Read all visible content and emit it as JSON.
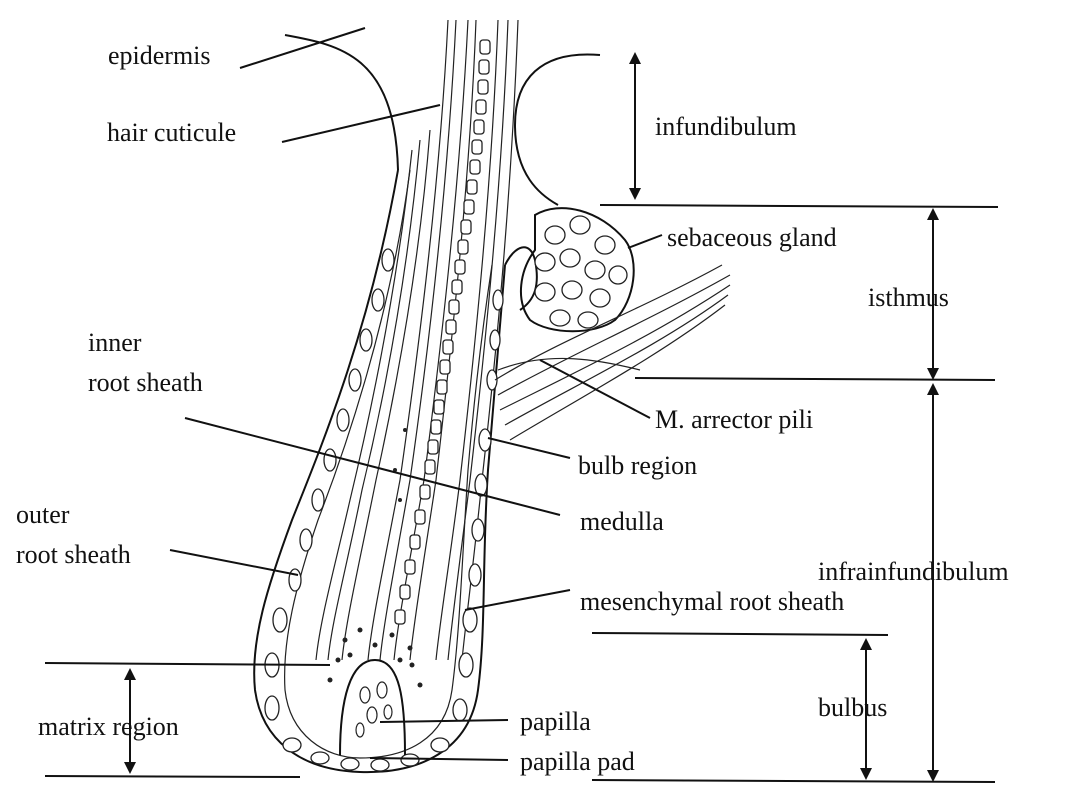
{
  "labels": {
    "epidermis": "epidermis",
    "hair_cuticule": "hair cuticule",
    "infundibulum": "infundibulum",
    "sebaceous_gland": "sebaceous gland",
    "isthmus": "isthmus",
    "inner_root_sheath_1": "inner",
    "inner_root_sheath_2": "root sheath",
    "arrector_pili": "M. arrector pili",
    "bulb_region": "bulb region",
    "outer_root_sheath_1": "outer",
    "outer_root_sheath_2": "root sheath",
    "medulla": "medulla",
    "infrainfundibulum": "infrainfundibulum",
    "mesenchymal_root_sheath": "mesenchymal root sheath",
    "bulbus": "bulbus",
    "matrix_region": "matrix region",
    "papilla": "papilla",
    "papilla_pad": "papilla pad"
  }
}
